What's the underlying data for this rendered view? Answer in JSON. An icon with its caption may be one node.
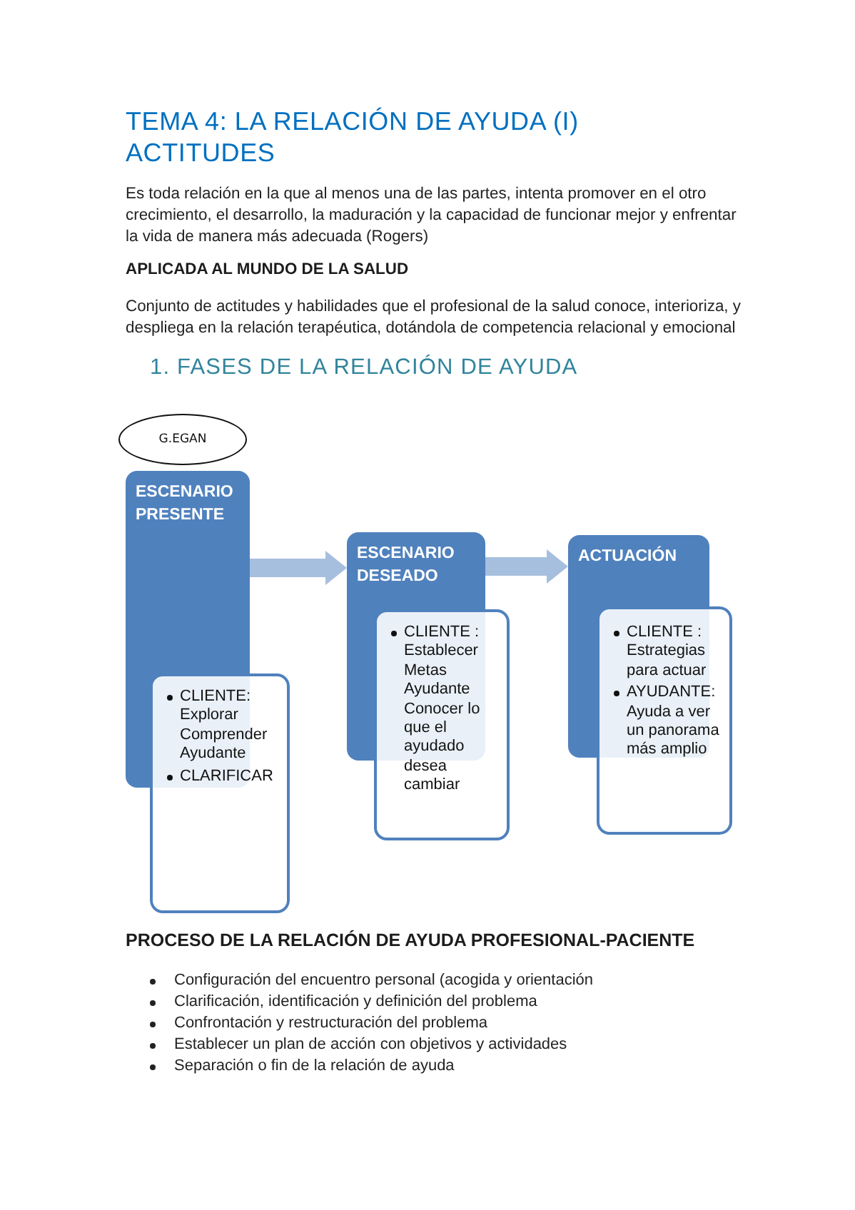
{
  "diagram": {
    "title": "TEMA 4: LA RELACIÓN DE AYUDA (I) ACTITUDES",
    "nodes": [
      {
        "text": [
          "G.EGAN"
        ]
      },
      {
        "text": [
          "ESCENARIO PRESENTE"
        ]
      },
      {
        "text": [
          "CLIENTE: Explorar Comprender Ayudante",
          "CLARIFICAR"
        ]
      },
      {
        "text": [
          "ESCENARIO DESEADO"
        ]
      },
      {
        "text": [
          "CLIENTE : Establecer Metas Ayudante Conocer lo que el ayudado desea cambiar"
        ]
      },
      {
        "text": [
          "ACTUACIÓN"
        ]
      },
      {
        "text": [
          "CLIENTE : Estrategias para actuar",
          "AYUDANTE: Ayuda a ver un panorama más amplio"
        ]
      }
    ],
    "edges": [
      {
        "from": 1,
        "to": 3,
        "arrow": "to"
      },
      {
        "from": 3,
        "to": 5,
        "arrow": "to"
      }
    ],
    "labels": [
      "Es toda relación en la que al menos una de las partes, intenta promover en el otro crecimiento, el desarrollo, la maduración y la capacidad de funcionar mejor y enfrentar la vida de manera más adecuada (Rogers)",
      "APLICADA AL MUNDO DE LA SALUD",
      "Conjunto de actitudes y habilidades que el profesional de la salud conoce, interioriza, y despliega en la relación terapéutica, dotándola de competencia relacional y emocional",
      "1. FASES DE LA RELACIÓN DE AYUDA",
      "PROCESO DE LA RELACIÓN DE AYUDA PROFESIONAL-PACIENTE",
      "Configuración del encuentro personal (acogida y orientación",
      "Clarificación, identificación y definición del problema",
      "Confrontación y restructuración del problema",
      "Establecer un plan de acción con objetivos y actividades",
      "Separación o fin de la relación de ayuda"
    ]
  }
}
